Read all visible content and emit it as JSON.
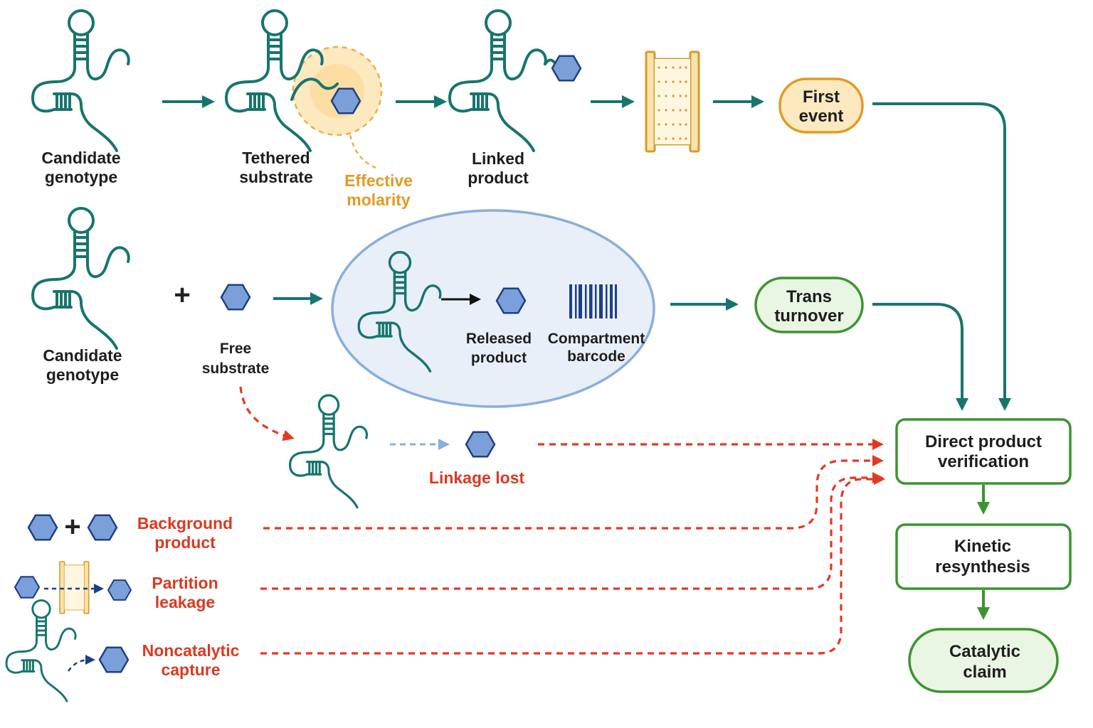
{
  "labels": {
    "candidate_genotype_top": [
      "Candidate",
      "genotype"
    ],
    "tethered_substrate": [
      "Tethered",
      "substrate"
    ],
    "effective_molarity": [
      "Effective",
      "molarity"
    ],
    "linked_product": [
      "Linked",
      "product"
    ],
    "candidate_genotype_mid": [
      "Candidate",
      "genotype"
    ],
    "free_substrate": [
      "Free",
      "substrate"
    ],
    "released_product": [
      "Released",
      "product"
    ],
    "compartment_barcode": [
      "Compartment",
      "barcode"
    ],
    "linkage_lost": "Linkage lost",
    "background_product": [
      "Background",
      "product"
    ],
    "partition_leakage": [
      "Partition",
      "leakage"
    ],
    "noncatalytic_capture": [
      "Noncatalytic",
      "capture"
    ]
  },
  "nodes": {
    "first_event": [
      "First",
      "event"
    ],
    "trans_turnover": [
      "Trans",
      "turnover"
    ],
    "direct_product_verification": [
      "Direct product",
      "verification"
    ],
    "kinetic_resynthesis": [
      "Kinetic",
      "resynthesis"
    ],
    "catalytic_claim": [
      "Catalytic",
      "claim"
    ]
  },
  "symbols": {
    "plus": "+"
  },
  "icons": [
    "rna-hairpin-icon",
    "substrate-hexagon-icon",
    "partition-membrane-icon",
    "barcode-icon",
    "compartment-droplet-icon"
  ],
  "colors": {
    "teal_flow": "#17756e",
    "hexagon_fill": "#7b9fd8",
    "hexagon_stroke": "#1e3f86",
    "warning_red": "#e03a24",
    "effective_molarity_orange": "#e19a24",
    "verification_green": "#3c9430",
    "droplet_fill": "#e8eff8",
    "droplet_stroke": "#8aaedc"
  }
}
